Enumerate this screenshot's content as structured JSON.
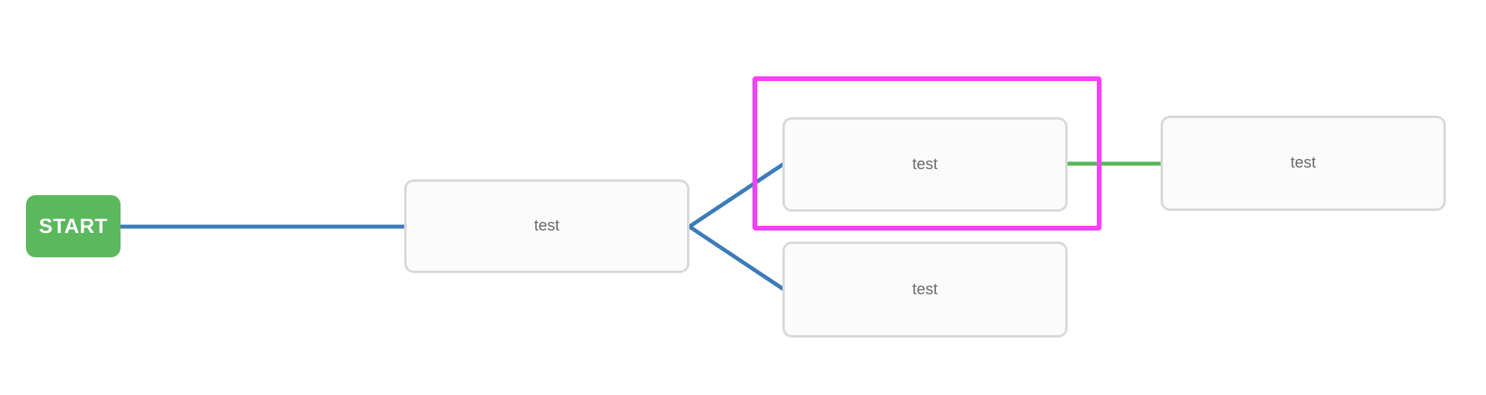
{
  "diagram": {
    "background": "#ffffff",
    "nodes": {
      "start": {
        "label": "START",
        "kind": "start"
      },
      "center": {
        "label": "test",
        "kind": "task"
      },
      "branch_top": {
        "label": "test",
        "kind": "task",
        "selected": true
      },
      "branch_bottom": {
        "label": "test",
        "kind": "task"
      },
      "end_right": {
        "label": "test",
        "kind": "task"
      }
    },
    "edges": [
      {
        "from": "start",
        "to": "center",
        "color": "#3b7cb8"
      },
      {
        "from": "center",
        "to": "branch_top",
        "color": "#3b7cb8"
      },
      {
        "from": "center",
        "to": "branch_bottom",
        "color": "#3b7cb8"
      },
      {
        "from": "branch_top",
        "to": "end_right",
        "color": "#57b75b"
      }
    ],
    "colors": {
      "start_node_bg": "#5cb85c",
      "start_node_text": "#ffffff",
      "task_node_bg": "#fbfbfb",
      "task_node_border": "#d8d8d8",
      "task_node_text": "#6a6a6a",
      "connector_blue": "#3b7cb8",
      "connector_green": "#57b75b",
      "selection_highlight": "#f840f8"
    }
  }
}
